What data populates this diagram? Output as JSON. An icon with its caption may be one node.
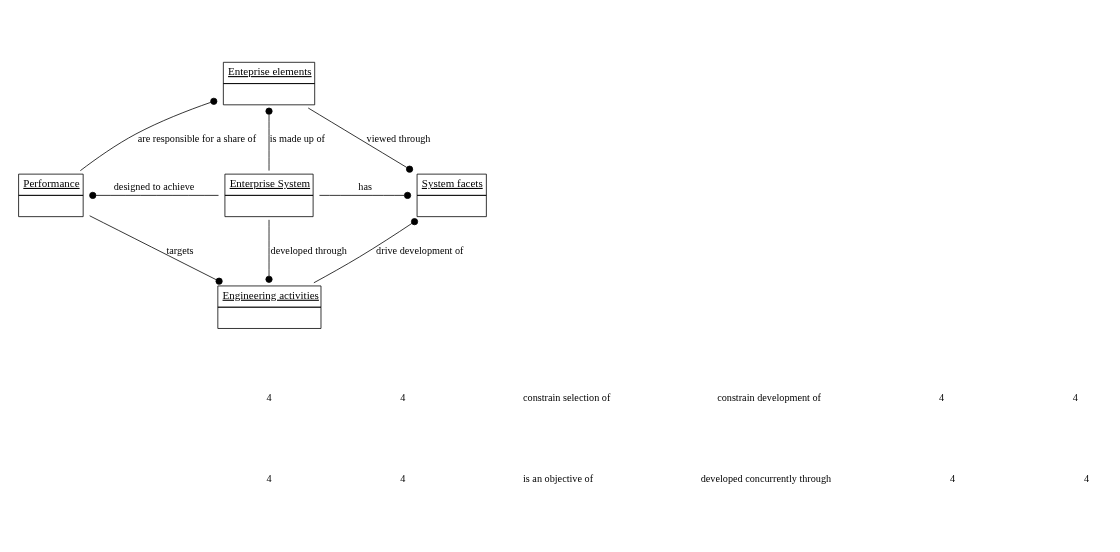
{
  "diagram": {
    "nodes": [
      {
        "text": [
          "Enteprise elements"
        ]
      },
      {
        "text": [
          "Performance"
        ]
      },
      {
        "text": [
          "Enterprise System"
        ]
      },
      {
        "text": [
          "System facets"
        ]
      },
      {
        "text": [
          "Engineering activities"
        ]
      }
    ],
    "edges": [
      {
        "from": 1,
        "to": 0,
        "arrow": "other",
        "label": "are responsible for a share of"
      },
      {
        "from": 0,
        "to": 3,
        "arrow": "other",
        "label": "viewed through"
      },
      {
        "from": 2,
        "to": 0,
        "arrow": "other",
        "label": "is made up of"
      },
      {
        "from": 2,
        "to": 1,
        "arrow": "other",
        "label": "designed to achieve"
      },
      {
        "from": 2,
        "to": 3,
        "arrow": "other",
        "label": "has"
      },
      {
        "from": 2,
        "to": 4,
        "arrow": "other",
        "label": "developed through"
      },
      {
        "from": 1,
        "to": 4,
        "arrow": "other",
        "label": "targets"
      },
      {
        "from": 4,
        "to": 3,
        "arrow": "other",
        "label": "drive development of"
      }
    ],
    "labels": [
      "4",
      "4",
      "constrain selection of",
      "constrain development of",
      "4",
      "4",
      "4",
      "4",
      "is an objective of",
      "developed concurrently through",
      "4",
      "4"
    ]
  }
}
